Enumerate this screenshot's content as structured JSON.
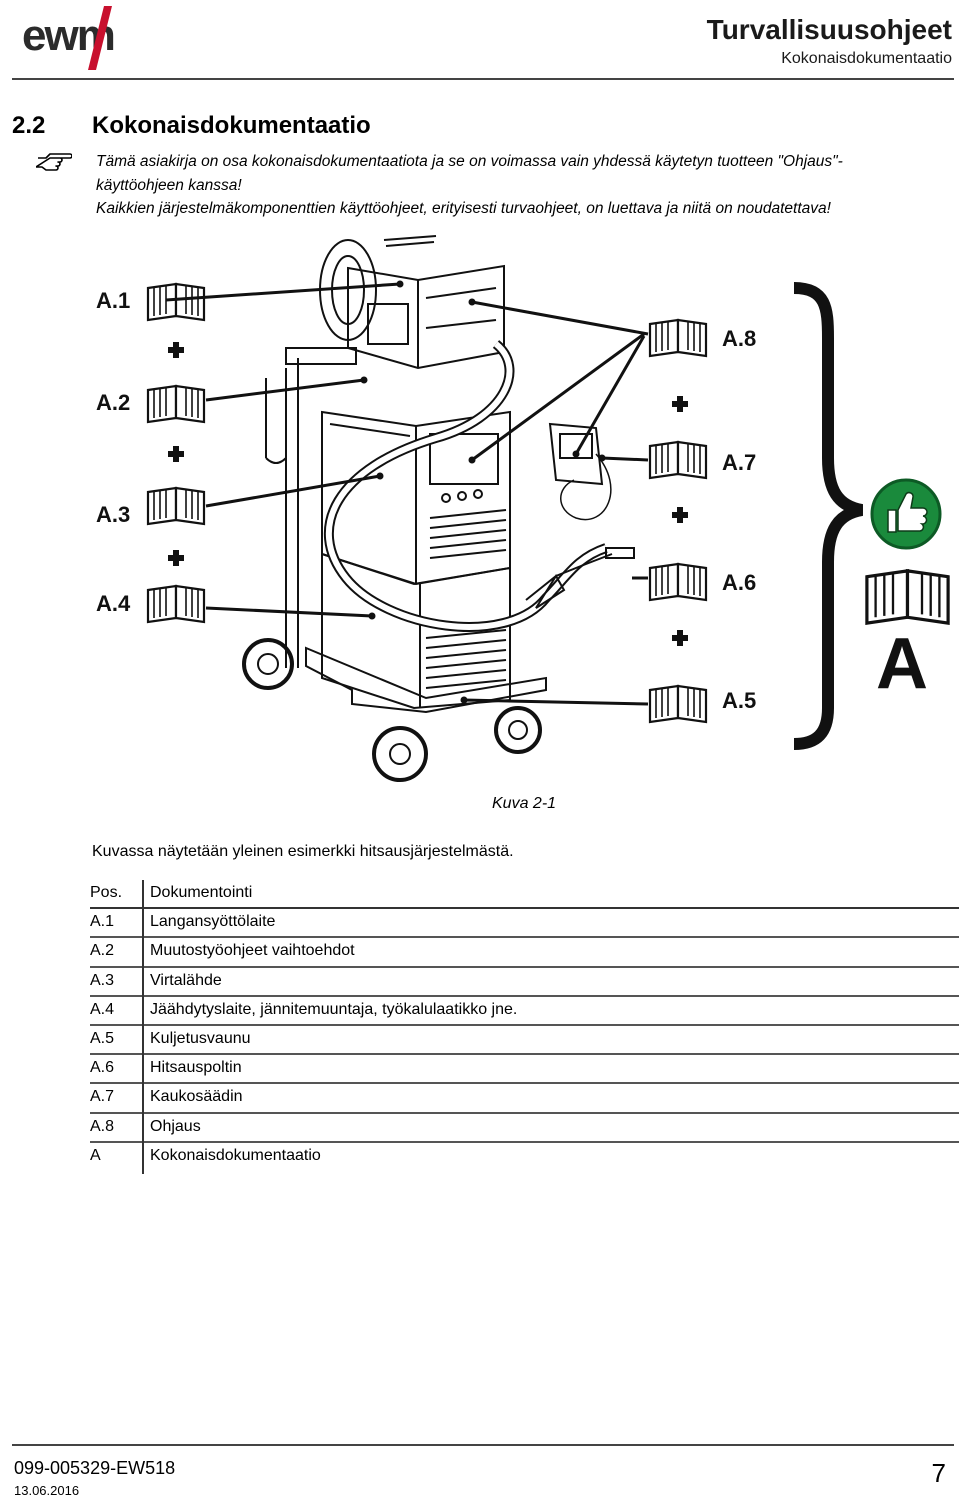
{
  "header": {
    "logo_text": "ewm",
    "title": "Turvallisuusohjeet",
    "subtitle": "Kokonaisdokumentaatio"
  },
  "section": {
    "number": "2.2",
    "title": "Kokonaisdokumentaatio"
  },
  "note": {
    "icon": "pointing-hand-icon",
    "line1": "Tämä asiakirja on osa kokonaisdokumentaatiota ja se on voimassa vain yhdessä käytetyn tuotteen \"Ohjaus\"-",
    "line2": "käyttöohjeen kanssa!",
    "line3": "Kaikkien järjestelmäkomponenttien käyttöohjeet, erityisesti turvaohjeet, on luettava ja niitä on noudatettava!"
  },
  "figure": {
    "labels_left": [
      "A.1",
      "A.2",
      "A.3",
      "A.4"
    ],
    "labels_right": [
      "A.8",
      "A.7",
      "A.6",
      "A.5"
    ],
    "total_label": "A",
    "icons": {
      "manual": "open-book-icon",
      "plus": "plus-icon",
      "approval": "thumbs-up-icon",
      "brace": "curly-brace-icon"
    },
    "colors": {
      "approval": "#1a8a3c",
      "ink": "#111111"
    },
    "caption": "Kuva 2-1"
  },
  "description": "Kuvassa näytetään yleinen esimerkki hitsausjärjestelmästä.",
  "table": {
    "headers": [
      "Pos.",
      "Dokumentointi"
    ],
    "rows": [
      [
        "A.1",
        "Langansyöttölaite"
      ],
      [
        "A.2",
        "Muutostyöohjeet vaihtoehdot"
      ],
      [
        "A.3",
        "Virtalähde"
      ],
      [
        "A.4",
        "Jäähdytyslaite, jännitemuuntaja, työkalulaatikko jne."
      ],
      [
        "A.5",
        "Kuljetusvaunu"
      ],
      [
        "A.6",
        "Hitsauspoltin"
      ],
      [
        "A.7",
        "Kaukosäädin"
      ],
      [
        "A.8",
        "Ohjaus"
      ],
      [
        "A",
        "Kokonaisdokumentaatio"
      ]
    ]
  },
  "footer": {
    "doc_number": "099-005329-EW518",
    "date": "13.06.2016",
    "page": "7"
  }
}
